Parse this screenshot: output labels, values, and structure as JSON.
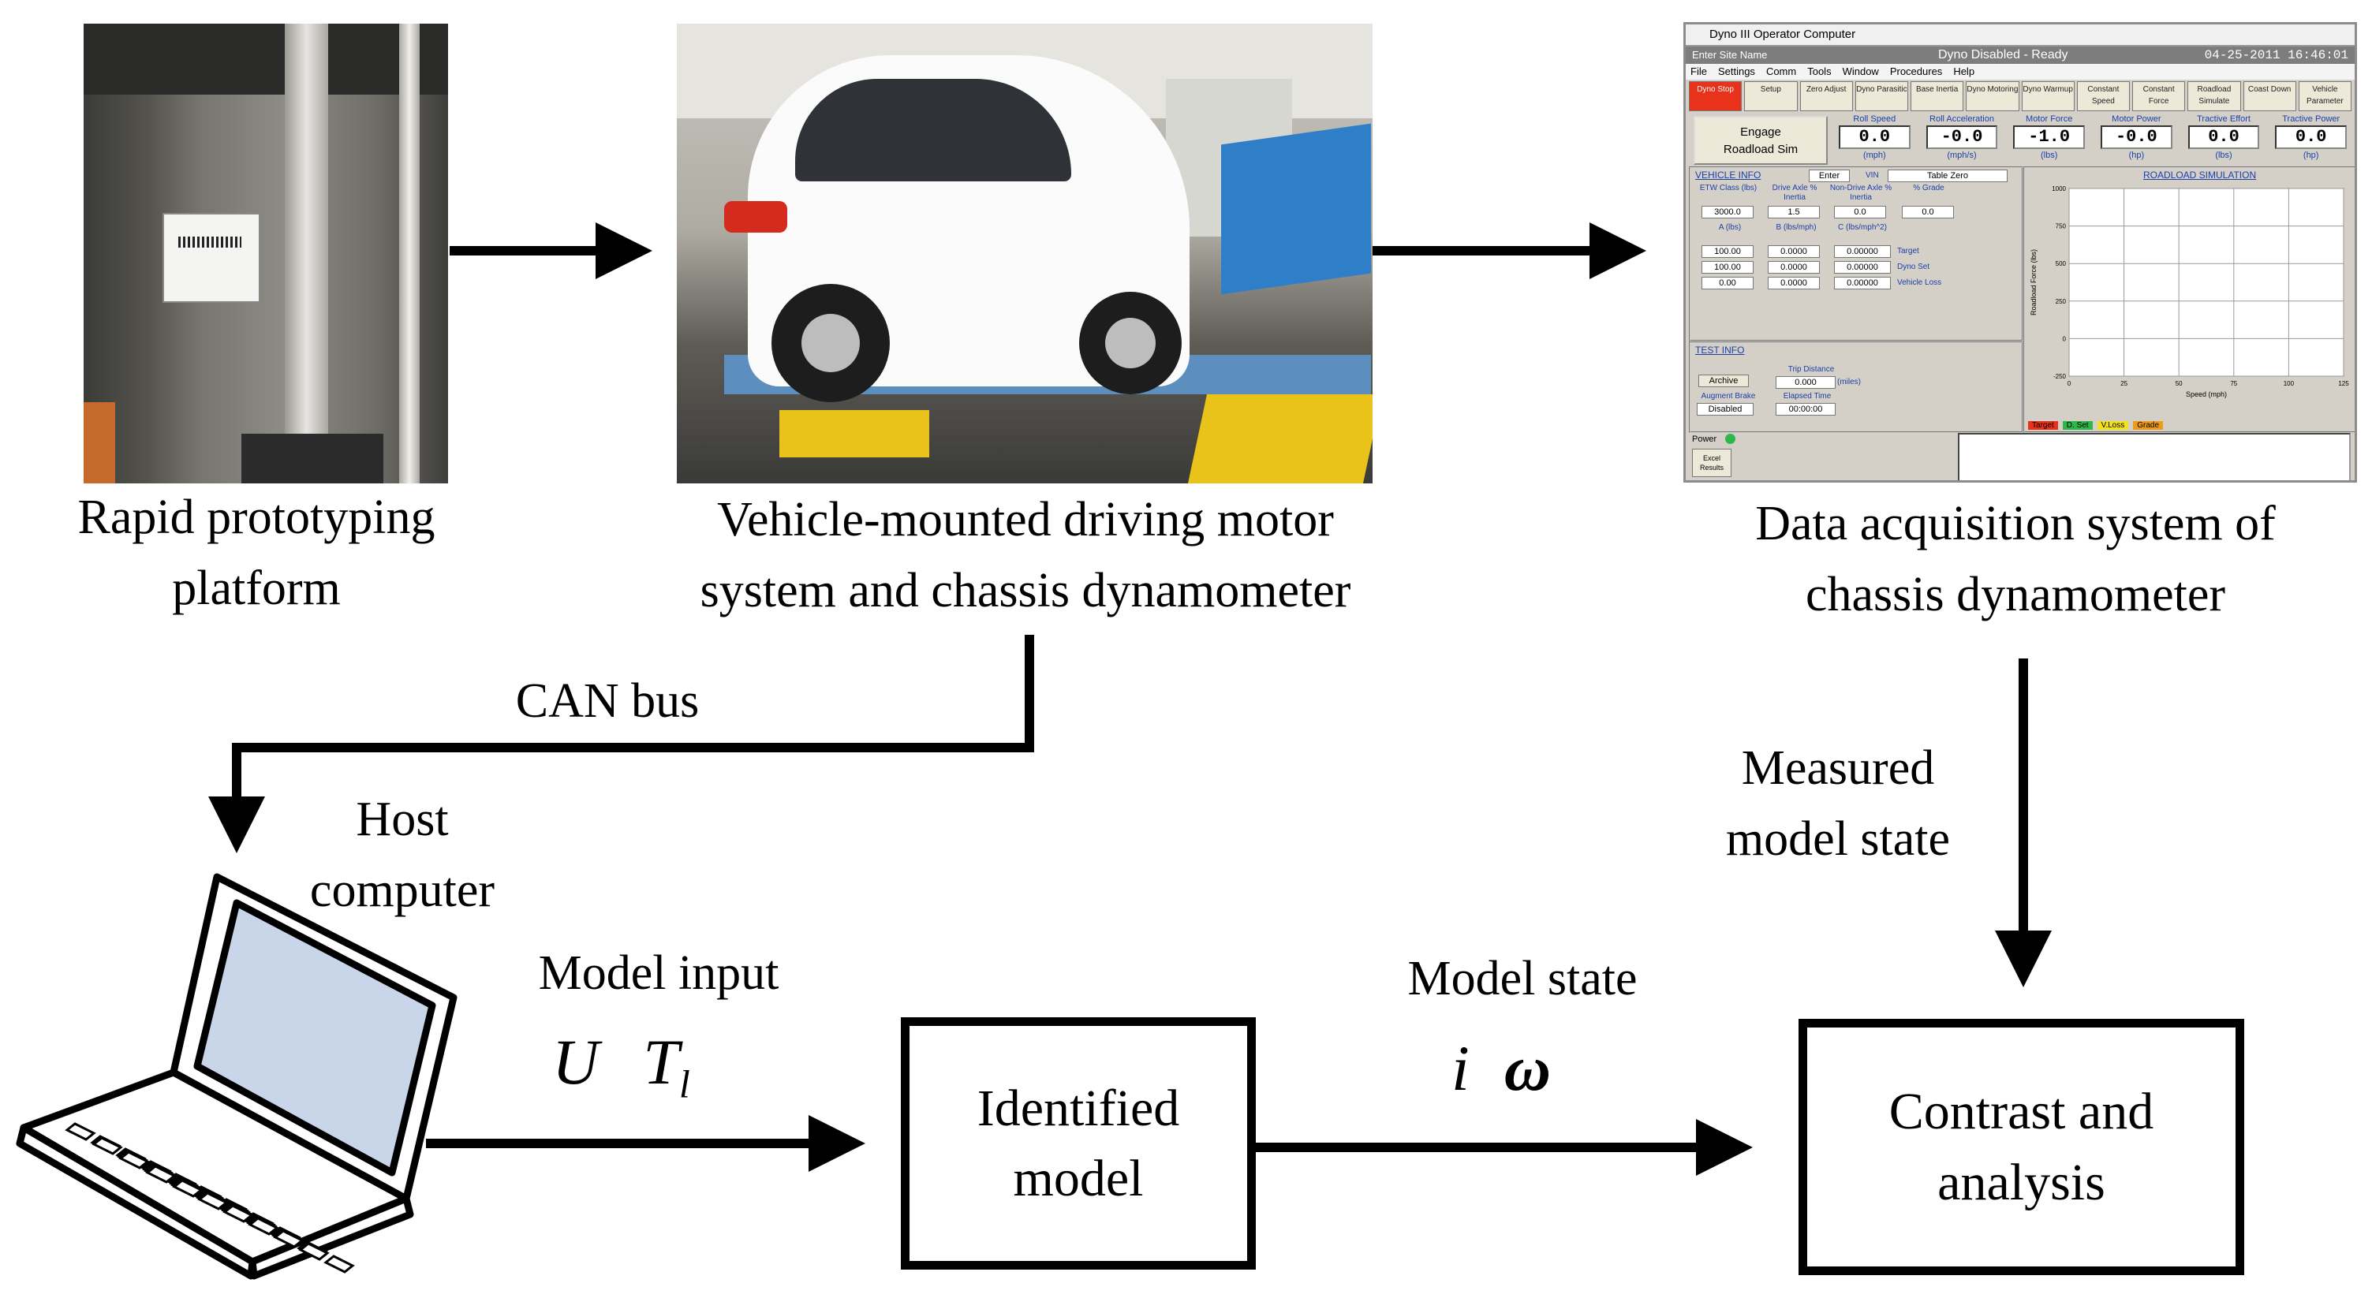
{
  "nodes": {
    "rapid_prototyping": [
      "Rapid prototyping",
      "platform"
    ],
    "vehicle": [
      "Vehicle-mounted driving motor",
      "system and chassis dynamometer"
    ],
    "daq": [
      "Data acquisition system of",
      "chassis dynamometer"
    ],
    "host": [
      "Host",
      "computer"
    ],
    "identified_model": [
      "Identified",
      "model"
    ],
    "contrast": [
      "Contrast and",
      "analysis"
    ]
  },
  "edges": {
    "can_bus": "CAN bus",
    "measured_state": [
      "Measured",
      "model state"
    ],
    "model_input": "Model input",
    "model_input_symbols": {
      "u": "U",
      "t": "T",
      "t_sub": "l"
    },
    "model_state": "Model state",
    "model_state_symbols": {
      "i": "i",
      "omega": "ω"
    }
  },
  "daq_screen": {
    "window_title": "Dyno III Operator Computer",
    "site_name": "Enter Site Name",
    "status": "Dyno Disabled - Ready",
    "datetime": "04-25-2011 16:46:01",
    "menu": [
      "File",
      "Settings",
      "Comm",
      "Tools",
      "Window",
      "Procedures",
      "Help"
    ],
    "toolbar": [
      "Dyno Stop",
      "Setup",
      "Zero Adjust",
      "Dyno Parasitic",
      "Base Inertia",
      "Dyno Motoring",
      "Dyno Warmup",
      "Constant Speed",
      "Constant Force",
      "Roadload Simulate",
      "Coast Down",
      "Vehicle Parameter"
    ],
    "engage": [
      "Engage",
      "Roadload Sim"
    ],
    "readouts": [
      {
        "label": "Roll Speed",
        "value": "0.0",
        "unit": "(mph)"
      },
      {
        "label": "Roll Acceleration",
        "value": "-0.0",
        "unit": "(mph/s)"
      },
      {
        "label": "Motor Force",
        "value": "-1.0",
        "unit": "(lbs)"
      },
      {
        "label": "Motor Power",
        "value": "-0.0",
        "unit": "(hp)"
      },
      {
        "label": "Tractive Effort",
        "value": "0.0",
        "unit": "(lbs)"
      },
      {
        "label": "Tractive Power",
        "value": "0.0",
        "unit": "(hp)"
      }
    ],
    "vehicle_info": {
      "title": "VEHICLE INFO",
      "enter": "Enter",
      "vin_label": "VIN",
      "vin_value": "Table Zero",
      "headers": [
        "ETW Class (lbs)",
        "Drive Axle % Inertia",
        "Non-Drive Axle % Inertia",
        "% Grade"
      ],
      "values": [
        "3000.0",
        "1.5",
        "0.0",
        "0.0"
      ],
      "coef_headers": [
        "A (lbs)",
        "B (lbs/mph)",
        "C (lbs/mph^2)"
      ],
      "rows": [
        {
          "a": "100.00",
          "b": "0.0000",
          "c": "0.00000",
          "label": "Target"
        },
        {
          "a": "100.00",
          "b": "0.0000",
          "c": "0.00000",
          "label": "Dyno Set"
        },
        {
          "a": "0.00",
          "b": "0.0000",
          "c": "0.00000",
          "label": "Vehicle Loss"
        }
      ]
    },
    "test_info": {
      "title": "TEST INFO",
      "archive": "Archive",
      "trip_label": "Trip Distance",
      "trip_value": "0.000",
      "trip_unit": "(miles)",
      "augment_label": "Augment Brake",
      "augment_value": "Disabled",
      "elapsed_label": "Elapsed Time",
      "elapsed_value": "00:00:00"
    },
    "power": "Power",
    "excel": [
      "Excel",
      "Results"
    ],
    "roadload": {
      "title": "ROADLOAD SIMULATION",
      "ylabel": "Roadload Force (lbs)",
      "xlabel": "Speed (mph)",
      "yticks": [
        "1000",
        "750",
        "500",
        "250",
        "0",
        "-250"
      ],
      "xticks": [
        "0",
        "25",
        "50",
        "75",
        "100",
        "125"
      ],
      "legend": [
        {
          "label": "Target",
          "color": "#e8321c"
        },
        {
          "label": "D. Set",
          "color": "#2fb84a"
        },
        {
          "label": "V.Loss",
          "color": "#f2e21a"
        },
        {
          "label": "Grade",
          "color": "#f09a1a"
        }
      ]
    }
  }
}
